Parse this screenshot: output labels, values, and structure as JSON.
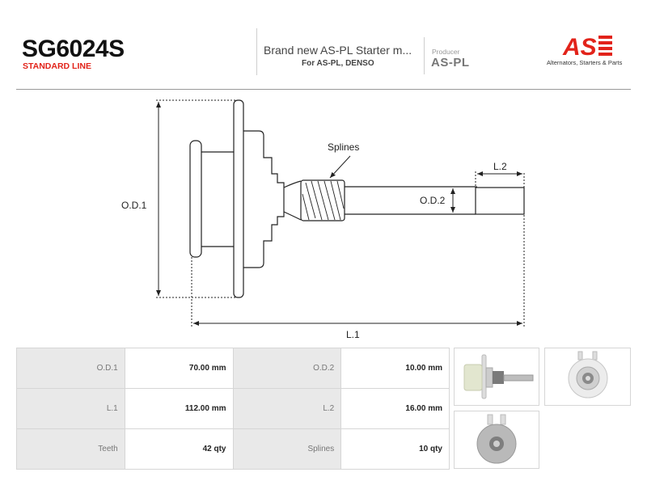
{
  "header": {
    "part_code": "SG6024S",
    "product_line": "STANDARD LINE",
    "description": "Brand new AS-PL Starter m...",
    "applications": "For AS-PL, DENSO",
    "producer_label": "Producer",
    "producer_name": "AS-PL",
    "logo_text": "AS",
    "logo_tagline": "Alternators, Starters & Parts"
  },
  "drawing": {
    "label_od1": "O.D.1",
    "label_od2": "O.D.2",
    "label_l1": "L.1",
    "label_l2": "L.2",
    "label_splines": "Splines"
  },
  "specs": [
    [
      {
        "label": "O.D.1",
        "value": "70.00 mm"
      },
      {
        "label": "O.D.2",
        "value": "10.00 mm"
      }
    ],
    [
      {
        "label": "L.1",
        "value": "112.00 mm"
      },
      {
        "label": "L.2",
        "value": "16.00 mm"
      }
    ],
    [
      {
        "label": "Teeth",
        "value": "42 qty"
      },
      {
        "label": "Splines",
        "value": "10 qty"
      }
    ]
  ],
  "colors": {
    "brand_red": "#e2231a",
    "label_cell_bg": "#e9e9e9"
  }
}
